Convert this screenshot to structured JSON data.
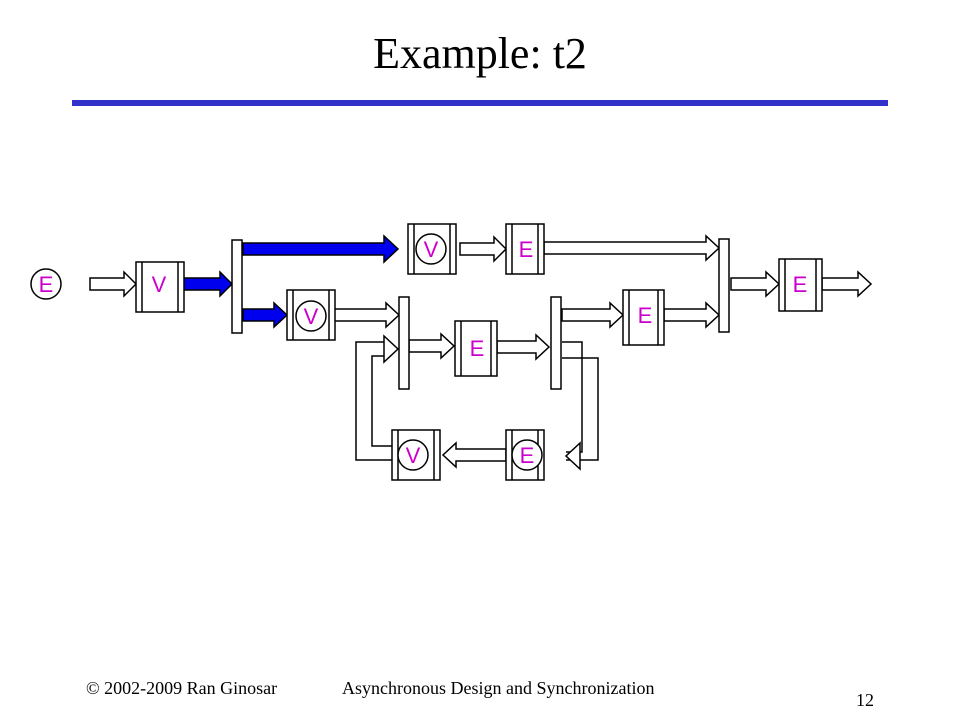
{
  "title": "Example: t2",
  "footer": {
    "copyright": "© 2002-2009 Ran Ginosar",
    "course": "Asynchronous Design and Synchronization",
    "page_number": "12"
  },
  "colors": {
    "rule": "#3333cc",
    "token_arrow": "#0000ee",
    "label": "#cc00cc",
    "stroke": "#000000"
  },
  "diagram": {
    "circle_tokens": {
      "e_input": "E",
      "v_top": "V",
      "v_mid": "V",
      "v_loop": "V",
      "e_loop": "E"
    },
    "stages": {
      "v_input": "V",
      "e_top": "E",
      "e_loop_mid": "E",
      "e_mid_right": "E",
      "e_output": "E"
    }
  }
}
